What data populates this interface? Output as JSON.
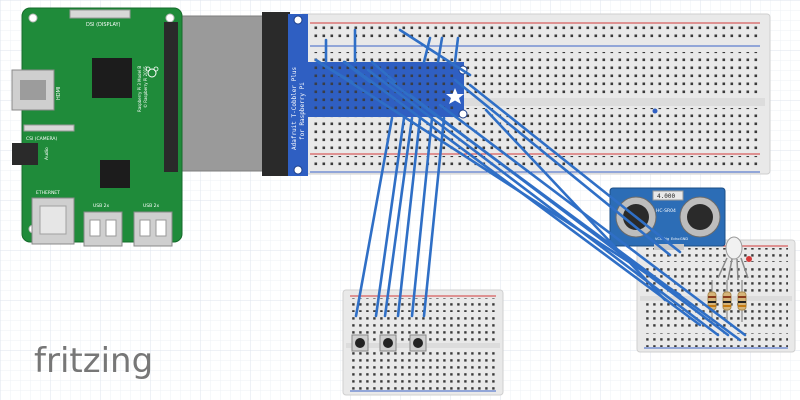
{
  "app": {
    "name": "fritzing"
  },
  "colors": {
    "grid_minor": "#eef1f6",
    "grid_major": "#dde3ec",
    "pcb_green": "#1f8b3a",
    "pcb_dark": "#176b2c",
    "chip_black": "#1c1c1c",
    "metal": "#c9c9c9",
    "wire_blue": "#2f6fc6",
    "breadboard": "#e9e9e9",
    "breadboard_hole": "#3a3a3a",
    "rail_red": "#d43a3a",
    "rail_blue": "#3b64c8",
    "cobbler_blue": "#2f5fc2",
    "ribbon_gray": "#9a9a9a",
    "sensor_blue": "#2c6db6",
    "resistor_body": "#d6b479",
    "logo_gray": "#777777"
  },
  "icons": {
    "raspberry": "raspberry-logo-icon",
    "star": "adafruit-star-icon"
  },
  "components": {
    "raspberry_pi": {
      "labels": {
        "dsi": "DSI (DISPLAY)",
        "hdmi": "HDMI",
        "csi": "CSI (CAMERA)",
        "audio": "Audio",
        "ethernet": "ETHERNET",
        "usb1": "USB 2x",
        "usb2": "USB 2x",
        "model": "Raspberry Pi 3 Model B",
        "copyright": "© Raspberry Pi 2015"
      }
    },
    "cobbler": {
      "title_line1": "Adafruit T-Cobbler Plus",
      "title_line2": "for Raspberry Pi"
    },
    "ultrasonic": {
      "label": "4.000",
      "part": "HC-SR04",
      "pins": [
        "VCC",
        "Trig",
        "Echo",
        "GND"
      ]
    }
  }
}
